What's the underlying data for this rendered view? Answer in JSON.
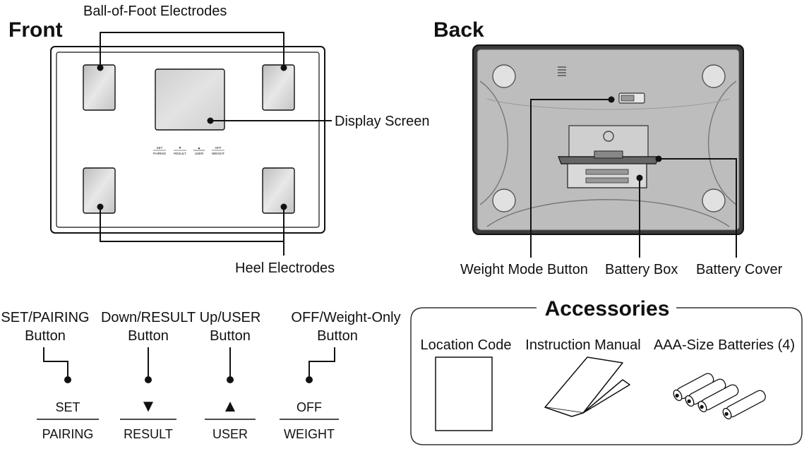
{
  "front": {
    "heading": "Front",
    "ball_of_foot_label": "Ball-of-Foot Electrodes",
    "display_screen_label": "Display Screen",
    "heel_label": "Heel Electrodes",
    "mini_buttons": [
      {
        "top": "SET",
        "bottom": "PAIRING"
      },
      {
        "top": "▼",
        "bottom": "RESULT"
      },
      {
        "top": "▲",
        "bottom": "USER"
      },
      {
        "top": "OFF",
        "bottom": "WEIGHT"
      }
    ]
  },
  "back": {
    "heading": "Back",
    "weight_mode_label": "Weight Mode Button",
    "battery_box_label": "Battery Box",
    "battery_cover_label": "Battery Cover"
  },
  "buttons": [
    {
      "title": "SET/PAIRING",
      "subtitle": "Button",
      "top": "SET",
      "bottom": "PAIRING"
    },
    {
      "title": "Down/RESULT",
      "subtitle": "Button",
      "top": "▼",
      "bottom": "RESULT"
    },
    {
      "title": "Up/USER",
      "subtitle": "Button",
      "top": "▲",
      "bottom": "USER"
    },
    {
      "title": "OFF/Weight-Only",
      "subtitle": "Button",
      "top": "OFF",
      "bottom": "WEIGHT"
    }
  ],
  "accessories": {
    "title": "Accessories",
    "items": [
      "Location Code",
      "Instruction Manual",
      "AAA-Size Batteries (4)"
    ]
  },
  "colors": {
    "ink": "#111111",
    "electrode_fill": "#d4d4d4",
    "display_fill": "#d8d8d8",
    "back_fill": "#b9b9b9",
    "back_border": "#333333"
  }
}
